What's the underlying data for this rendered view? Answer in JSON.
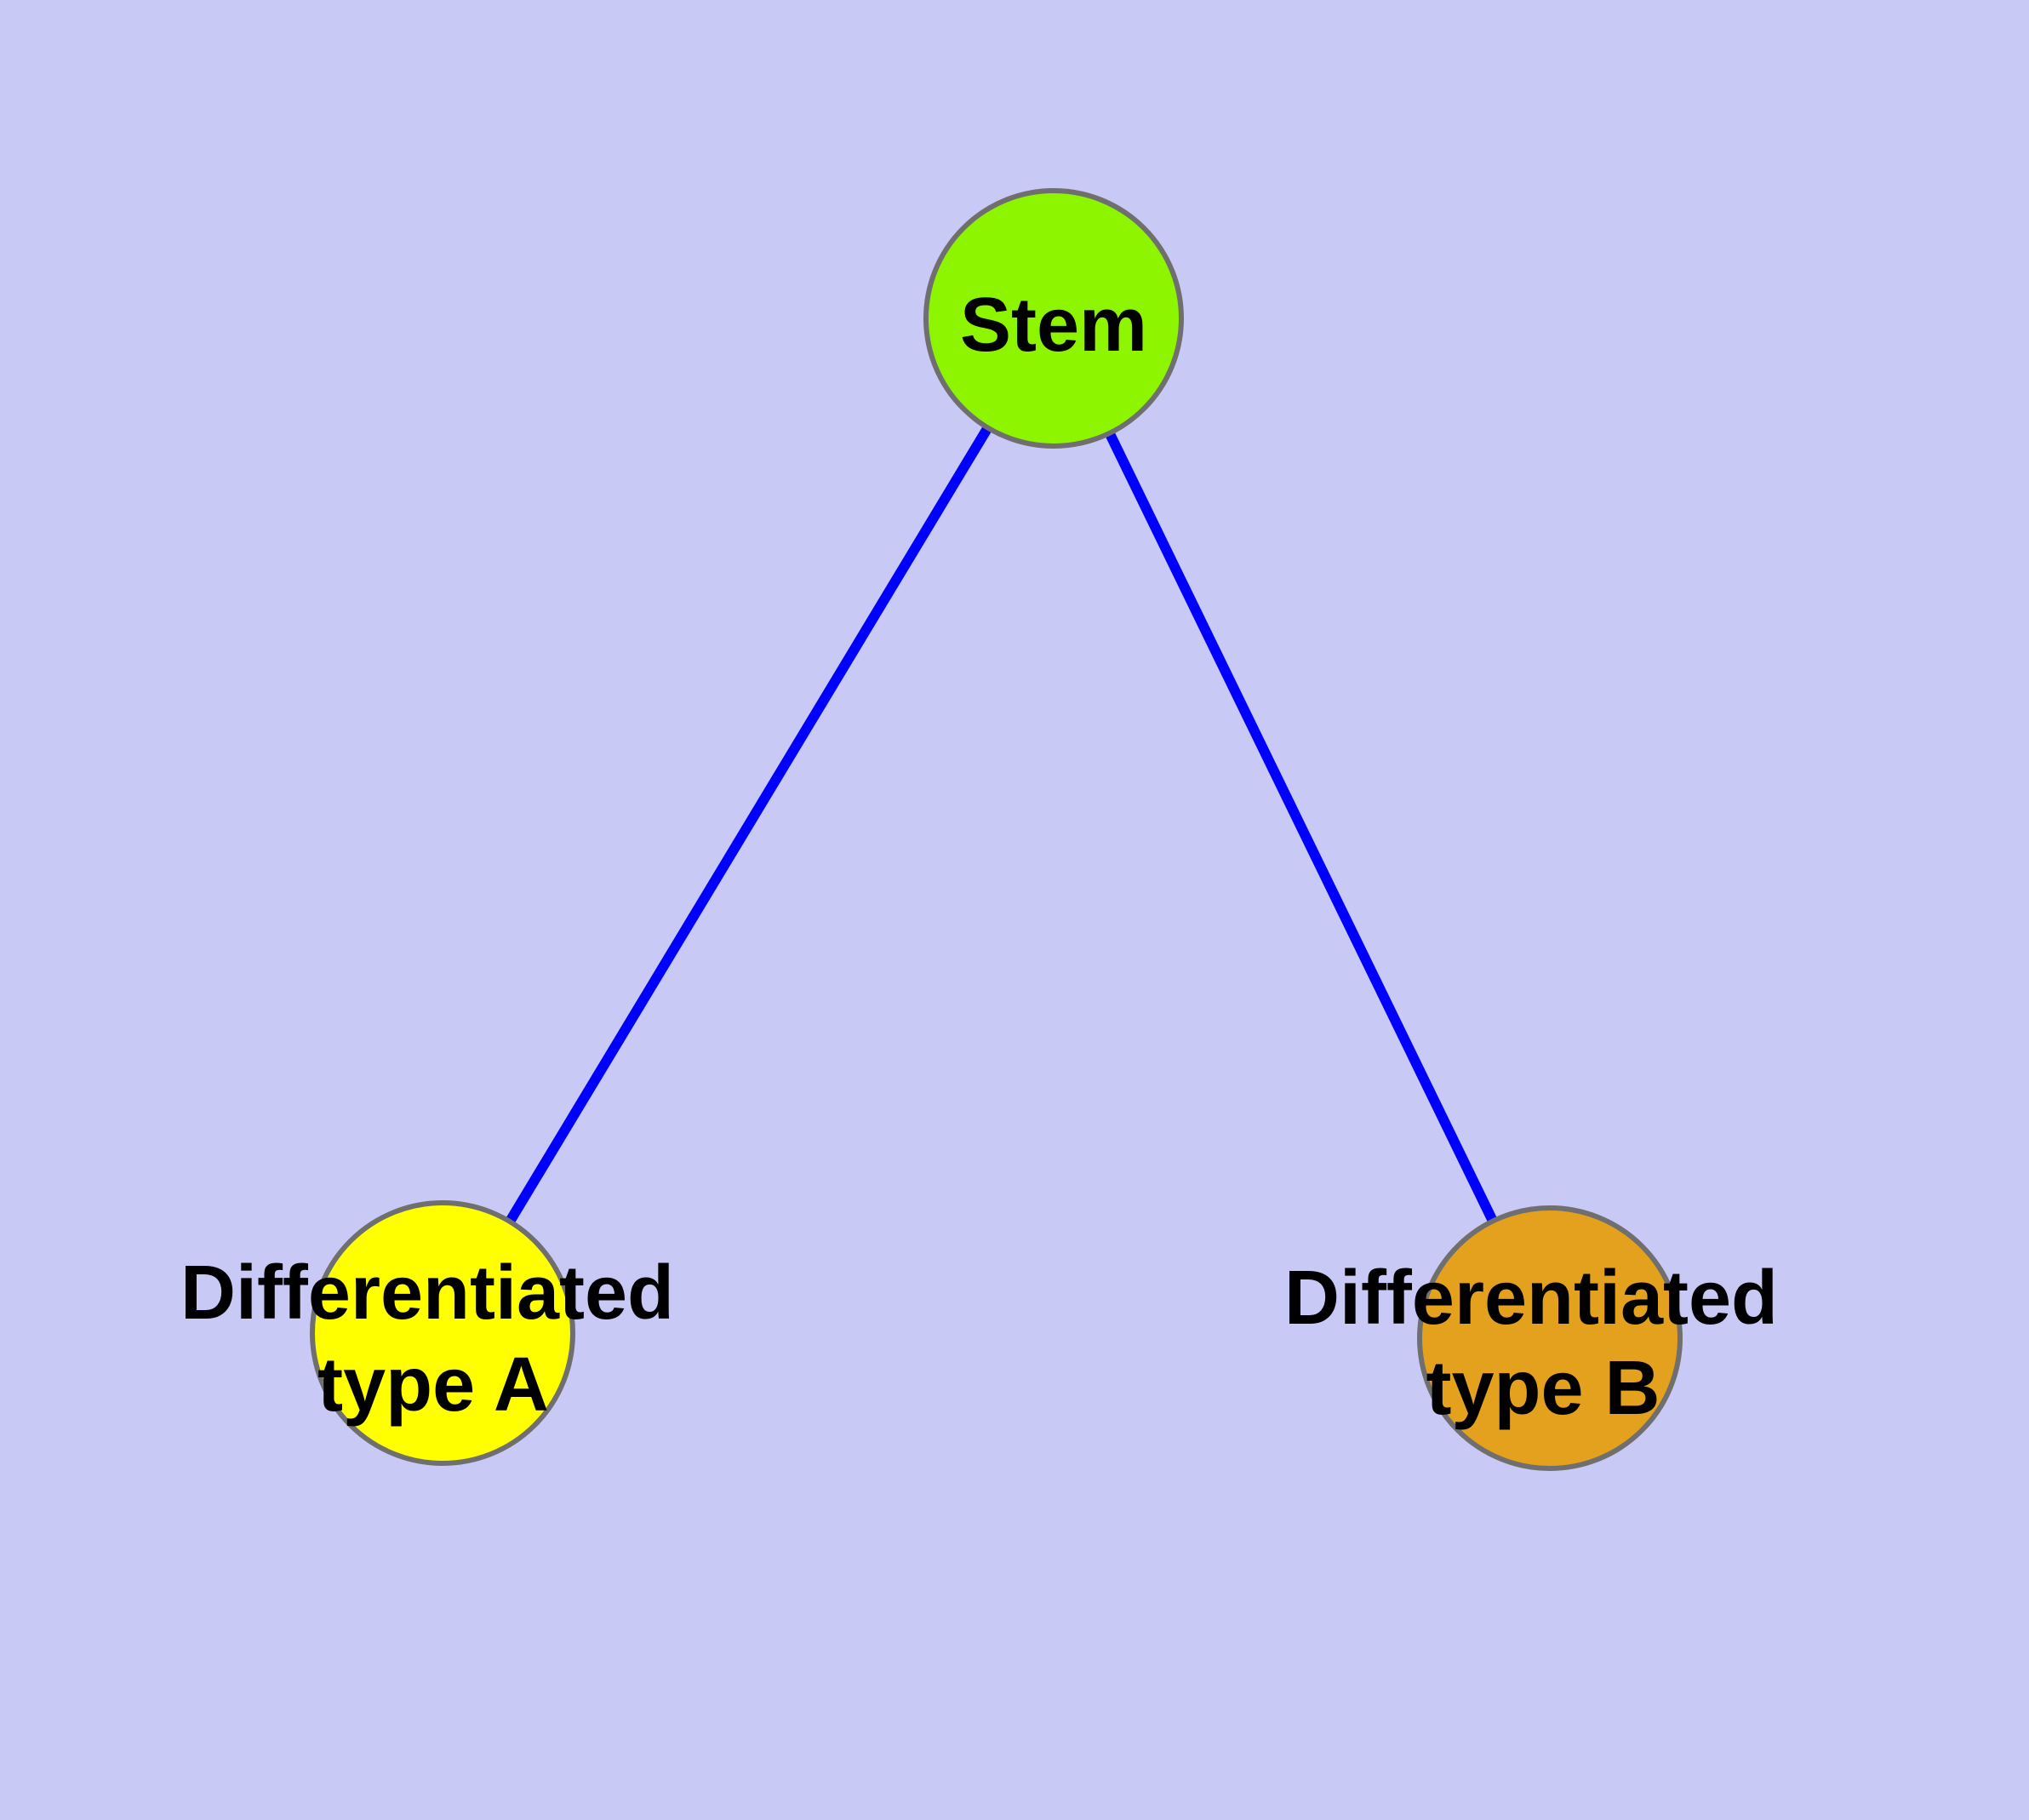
{
  "diagram": {
    "background_color": "#C9C9F6",
    "edge_color": "#0000FF",
    "node_border_color": "#6F6F6F",
    "text_color": "#000000",
    "nodes": [
      {
        "id": "stem",
        "label": "Stem",
        "fill": "#8DF500"
      },
      {
        "id": "differentiated-type-a",
        "label_line1": "Differentiated",
        "label_line2": "type A",
        "fill": "#FFFF00"
      },
      {
        "id": "differentiated-type-b",
        "label_line1": "Differentiated",
        "label_line2": "type B",
        "fill": "#E3A11D"
      }
    ],
    "edges": [
      {
        "from": "Stem",
        "to": "Differentiated type A"
      },
      {
        "from": "Stem",
        "to": "Differentiated type B"
      }
    ]
  }
}
